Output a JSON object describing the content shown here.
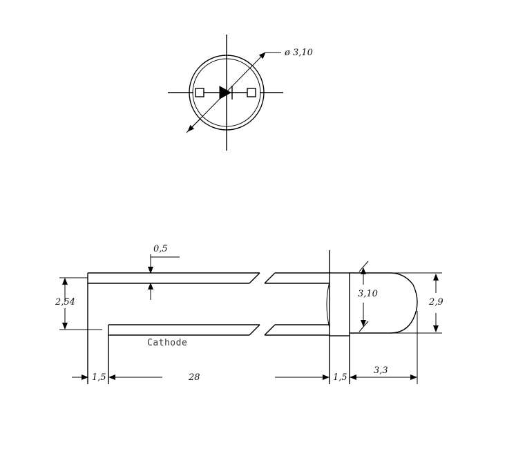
{
  "top_view": {
    "diameter_label": "ø 3,10"
  },
  "side_view": {
    "lead_thickness_label": "0,5",
    "lead_spacing_label": "2,54",
    "lead_name_label": "Cathode",
    "lead_offset_label": "1,5",
    "lead_length_label": "28",
    "flange_width_label": "1,5",
    "body_diameter_label": "3,10",
    "lens_height_label": "2,9",
    "lens_length_label": "3,3"
  },
  "colors": {
    "line": "#000000",
    "background": "#ffffff"
  }
}
